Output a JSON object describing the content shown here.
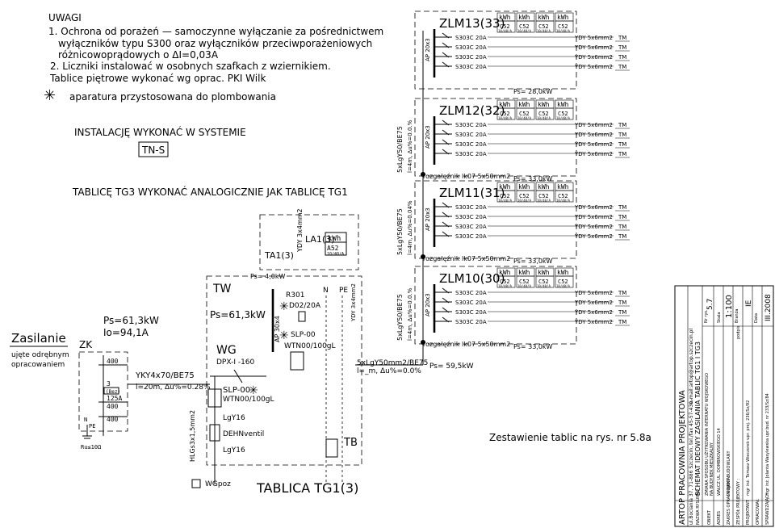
{
  "notes": {
    "title": "UWAGI",
    "line1": "1. Ochrona od porażeń  — samoczynne wyłączanie za pośrednictwem",
    "line2": "wyłączników typu S300 oraz wyłączników przeciwporażeniowych",
    "line3": "różnicowoprądowych o  ΔI=0,03A",
    "line4": "2. Liczniki instalować w osobnych szafkach z wziernikiem.",
    "line5": "Tablice piętrowe wykonać wg oprac. PKI Wilk",
    "asterisk": "✳",
    "asterisk_note": "aparatura przystosowana do plombowania"
  },
  "system": {
    "label": "INSTALACJĘ WYKONAĆ W SYSTEMIE",
    "code": "TN-S"
  },
  "tg3_note": "TABLICĘ TG3 WYKONAĆ ANALOGICZNIE JAK TABLICĘ TG1",
  "supply": {
    "zasilanie": "Zasilanie",
    "ujete1": "ujęte odrębnym",
    "ujete2": "opracowaniem",
    "zk": "ZK",
    "ps": "Ps=61,3kW",
    "io": "Io=94,1A",
    "cable": "YKY4x70/BE75",
    "cable2": "l=20m,  Δu%=0.28%",
    "f400a": "400",
    "f400b": "400",
    "f400c": "400",
    "f3": "3",
    "f125": "125A",
    "fuse": "(Bez)",
    "pe": "PE",
    "n": "N",
    "rua": "Ru≤10Ω"
  },
  "tg1": {
    "title": "TABLICA  TG1(3)",
    "tw": "TW",
    "ps": "Ps=61,3kW",
    "wg": "WG",
    "wg_dpx": "DPX-I  -160",
    "slp": "SLP-00",
    "wtn": "WTN00/100gL",
    "lgy1": "LgY16",
    "lgy2": "LgY16",
    "dehn": "DEHNventil",
    "hlg": "HLGs3x1,5mm2",
    "wgpoz": "WGpoz",
    "tb": "TB",
    "ta1": "TA1(3)",
    "la1": "LA1(3)",
    "kwh": "kWh",
    "a52": "A52",
    "a52sub": "10/40/A",
    "ydy": "YDY 3x4mm2",
    "ps4": "Ps= 4,0kW",
    "r301": "R301",
    "d02": "D02/20A",
    "slp2": "SLP-00",
    "wtn2": "WTN00/100gL",
    "ap30": "AP 30x4",
    "n_lbl": "N",
    "pe_lbl": "PE",
    "ydy2": "YDY 3x4mm2",
    "feed": "5xLgY50mm2/BE75",
    "feed2": "l=_m,  Δu%=0.0%",
    "psf": "Ps= 59,5kW"
  },
  "zlm_common": {
    "kwh": "kWh",
    "c52": "C52",
    "c52sub": "10/40/A",
    "breaker": "S303C  20A",
    "ydy": "YDY 5x6mm2",
    "tm": "TM",
    "ap": "AP 20x3"
  },
  "zlm": [
    {
      "name": "ZLM13(33)",
      "ps": "Ps= 28,0kW",
      "riser": "",
      "riser2": "",
      "rozg": ""
    },
    {
      "name": "ZLM12(32)",
      "ps": "Ps= 33,0kW",
      "riser": "5xLgY50/BE75",
      "riser2": "l=4m,  Δu%=0.0.%",
      "rozg": "rozgałęźnik  lk07  5x50mm2"
    },
    {
      "name": "ZLM11(31)",
      "ps": "Ps= 33,0kW",
      "riser": "5xLgY50/BE75",
      "riser2": "l=4m,  Δu%=0.04%",
      "rozg": "rozgałęźnik  lk07  5x50mm2"
    },
    {
      "name": "ZLM10(30)",
      "ps": "Ps= 33,0kW",
      "riser": "5xLgY50/BE75",
      "riser2": "l=4m,  Δu%=0.0.%",
      "rozg": "rozgałęźnik  lk07  5x50mm2"
    }
  ],
  "zestawienie": "Zestawienie tablic na rys. nr 5.8a",
  "titleblock": {
    "company": "ARTOP  PRACOWNIA  PROJEKTOWA",
    "address": "ul.Bociania  37,  71-886  Szczecin,  tel./fax 45-57-430,",
    "email": "e-mail:artop@artop.szczecin.pl",
    "drawing_name_label": "NAZWA RYSUNKU",
    "drawing_name": "SCHEMAT  IDEOWY  ZASILANIA  TABLIC  TG1  I  TG3",
    "nr_label": "Nr rys.",
    "nr": "5.7",
    "obiekt_label": "OBIEKT",
    "obiekt1": "ZMIANA SPOSOBU UŻYTKOWANIA INTERNATU WOJSKOWEGO",
    "obiekt2": "NA BUDYNEK MIESZKALNY",
    "adres_label": "ADRES",
    "adres": "WAŁCZ UL. DOMBROWSKIEGO 14",
    "skala_label": "Skala",
    "skala": "1:100",
    "zakres_label": "ZAKRES OPRACOWANIA",
    "zakres": "PROJEKT BUDOWLANY",
    "branza_label": "Branża",
    "branza": "IE",
    "zespol_label": "ZESPÓŁ PROJEKTOWY :",
    "podpis_label": "podpis",
    "data_label": "Data",
    "data": "III.2008",
    "projektant_label": "PROJEKTANT",
    "projektant": "mgr inż. Tomasz Wieczorek upr. proj. 236/Sz/92",
    "opracowal_label": "OPRACOWAŁ",
    "sprawdzajacy_label": "SPRAWDZAJĄCY",
    "sprawdzajacy": "mgr inż. Jolanta Wasylewska upr.bud. nr 233/Sz/84"
  }
}
